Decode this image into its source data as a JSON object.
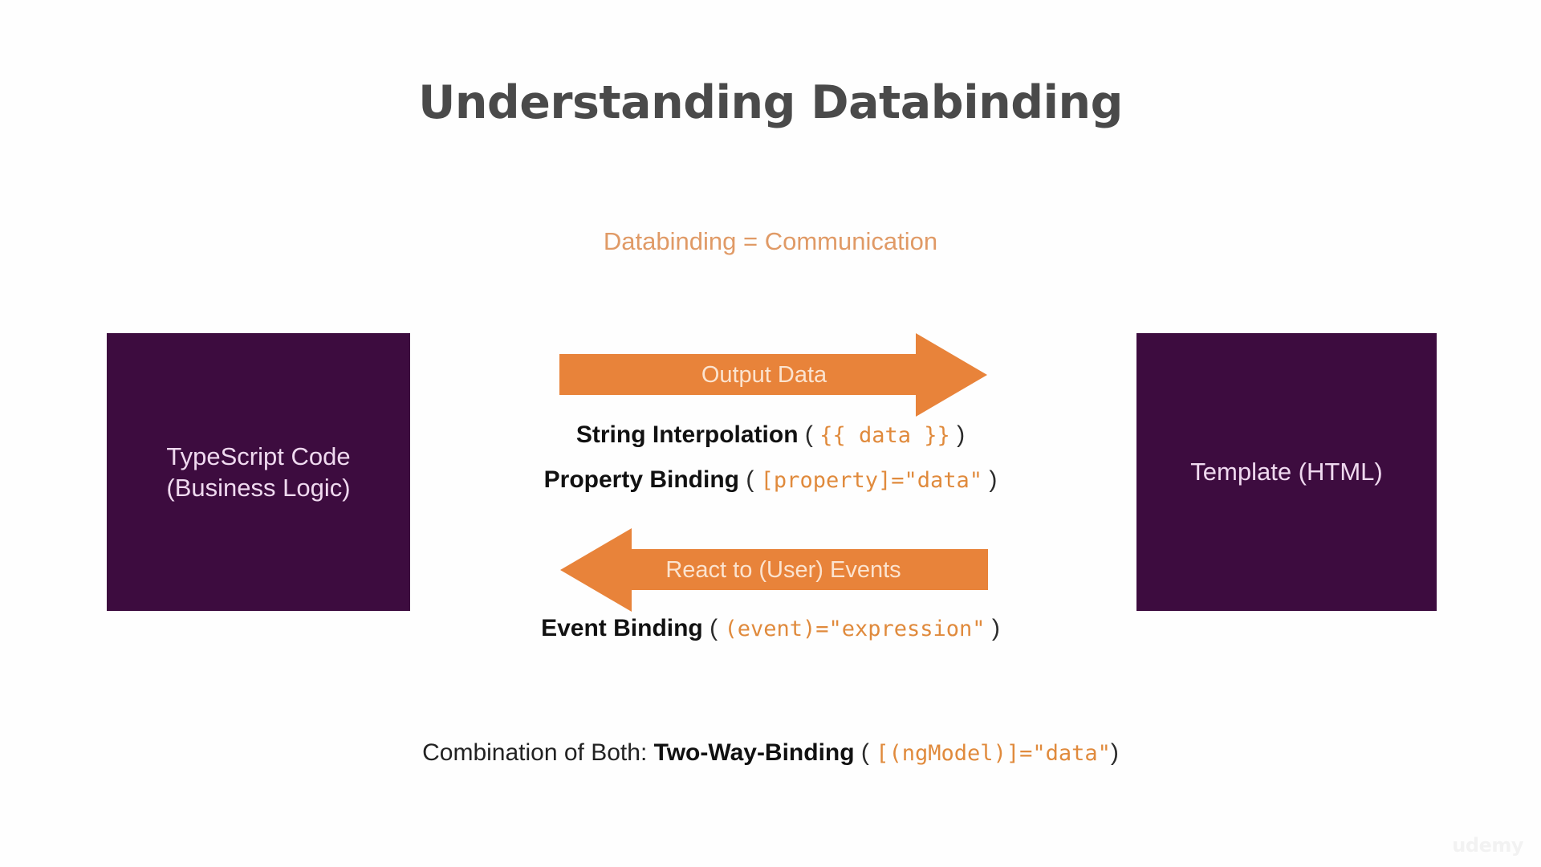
{
  "slide": {
    "title": "Understanding Databinding",
    "subtitle": "Databinding = Communication",
    "title_color": "#4a4a4a",
    "accent_color": "#e8833a",
    "box_color": "#3d0c3f",
    "code_color": "#e08a3c"
  },
  "boxes": {
    "left": {
      "label": "TypeScript Code\n(Business Logic)"
    },
    "right": {
      "label": "Template (HTML)"
    }
  },
  "arrows": {
    "output": {
      "label": "Output Data",
      "direction": "right"
    },
    "events": {
      "label": "React to (User) Events",
      "direction": "left"
    }
  },
  "bindings": [
    {
      "name": "String Interpolation",
      "open_paren": "(",
      "code": "{{ data }}",
      "close_paren": ")"
    },
    {
      "name": "Property Binding",
      "open_paren": "(",
      "code": "[property]=\"data\"",
      "close_paren": ")"
    },
    {
      "name": "Event Binding",
      "open_paren": "(",
      "code": "(event)=\"expression\"",
      "close_paren": ")"
    }
  ],
  "combination": {
    "prefix": "Combination of Both:",
    "name": "Two-Way-Binding",
    "open_paren": "(",
    "code": "[(ngModel)]=\"data\"",
    "close_paren": ")"
  },
  "watermark": {
    "text": "udemy"
  }
}
